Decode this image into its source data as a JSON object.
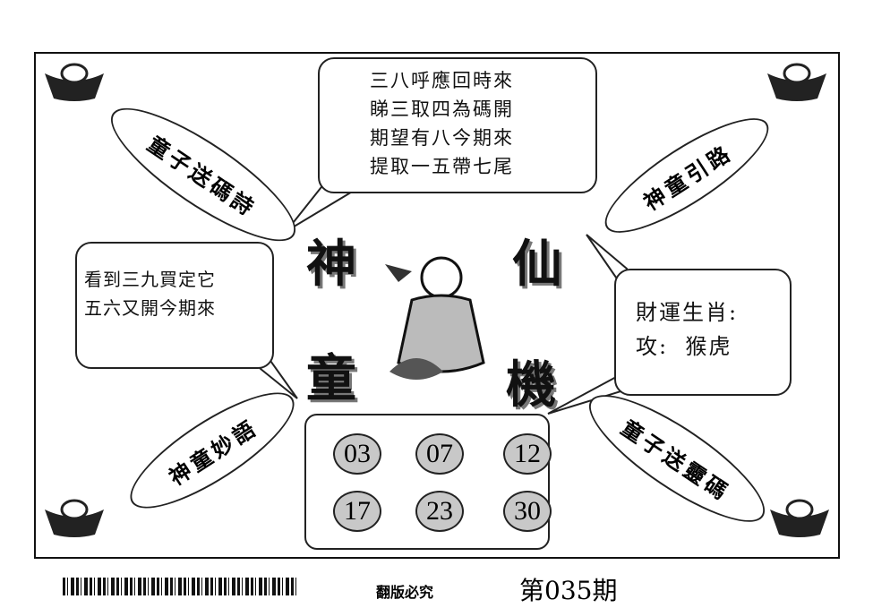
{
  "top_poem": {
    "lines": [
      "三八呼應回時來",
      "睇三取四為碼開",
      "期望有八今期來",
      "提取一五帶七尾"
    ]
  },
  "left_poem": {
    "lines": [
      "看到三九買定它",
      "五六又開今期來"
    ]
  },
  "zodiac": {
    "title": "財運生肖:",
    "line": "攻:  猴虎"
  },
  "ellipses": {
    "top_left": "童子送碼詩",
    "top_right": "神童引路",
    "bottom_left": "神童妙語",
    "bottom_right": "童子送靈碼"
  },
  "title_chars": [
    "神",
    "仙",
    "童",
    "機"
  ],
  "numbers": [
    "03",
    "07",
    "12",
    "17",
    "23",
    "30"
  ],
  "footer": {
    "notice": "翻版必究",
    "issue": "第035期"
  }
}
